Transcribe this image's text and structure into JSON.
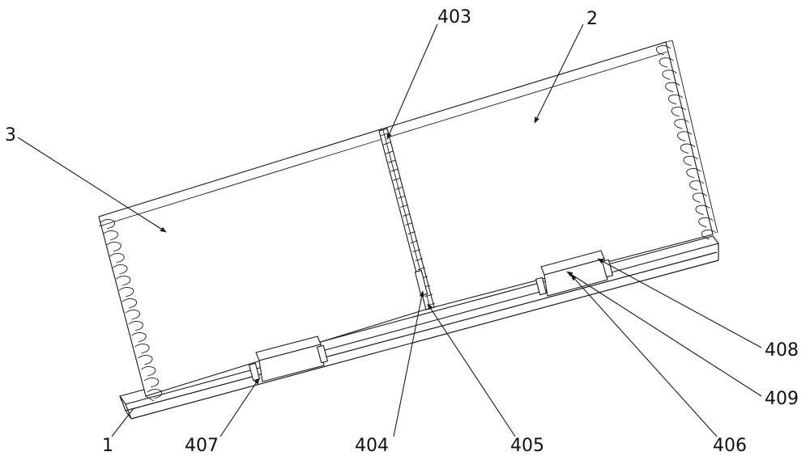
{
  "labels": {
    "l1": "1",
    "l2": "2",
    "l3": "3",
    "l403": "403",
    "l404": "404",
    "l405": "405",
    "l406": "406",
    "l407": "407",
    "l408": "408",
    "l409": "409"
  }
}
